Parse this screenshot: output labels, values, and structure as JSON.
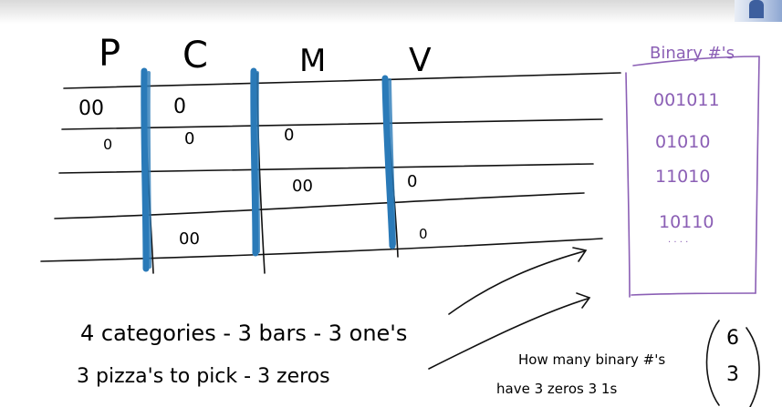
{
  "columns": [
    "P",
    "C",
    "M",
    "V"
  ],
  "marks": {
    "row1_p": "00",
    "row1_c": "0",
    "row2_p": "0",
    "row2_c": "0",
    "row2_m": "0",
    "row3_m": "00",
    "row3_v": "0",
    "row4_v": "0",
    "row5_c": "00"
  },
  "sidebar": {
    "title": "Binary #'s",
    "numbers": [
      "001011",
      "01010",
      "11010",
      "10110"
    ]
  },
  "notes": {
    "line1": "4 categories - 3 bars - 3 one's",
    "line2": "3 pizza's to pick - 3 zeros",
    "question1": "How many binary #'s",
    "question2": "have 3 zeros 3 1s",
    "combination_top": "6",
    "combination_bottom": "3"
  },
  "colors": {
    "ink": "#000000",
    "bar_blue": "#2a7ab8",
    "sidebar_purple": "#8b5fb5"
  }
}
